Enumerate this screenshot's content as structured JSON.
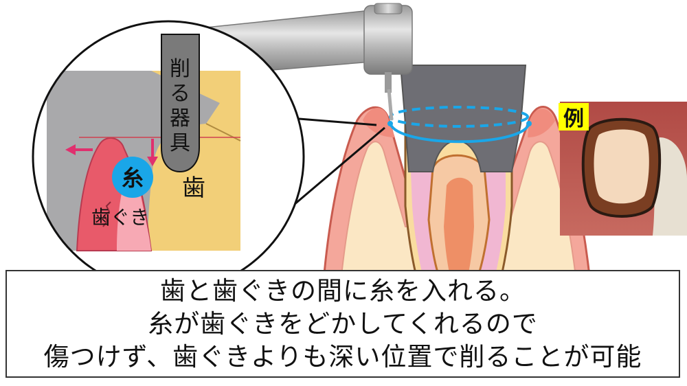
{
  "instrument_label": "削る器具",
  "thread_label": "糸",
  "tooth_label": "歯",
  "gum_label": "歯ぐき",
  "example_label": "例",
  "caption": {
    "lines": [
      "歯と歯ぐきの間に糸を入れる。",
      "糸が歯ぐきをどかしてくれるので",
      "傷つけず、歯ぐきよりも深い位置で削ることが可能"
    ]
  },
  "colors": {
    "thread": "#1aa6e8",
    "arrow": "#e0306e",
    "gum": "#e96a6a",
    "tooth": "#f2cf78",
    "crown_prep": "#6e6e74"
  }
}
